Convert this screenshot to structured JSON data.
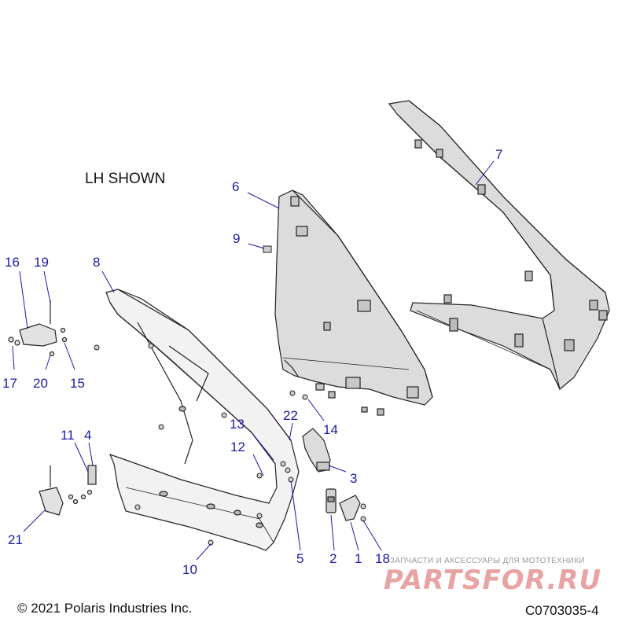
{
  "diagram": {
    "note": "LH SHOWN",
    "copyright": "© 2021 Polaris Industries Inc.",
    "drawing_number": "C0703035-4",
    "callouts": [
      "1",
      "2",
      "3",
      "4",
      "5",
      "6",
      "7",
      "8",
      "9",
      "10",
      "11",
      "12",
      "13",
      "14",
      "15",
      "16",
      "17",
      "18",
      "19",
      "20",
      "21",
      "22"
    ]
  },
  "watermark": {
    "tagline": "ЗАПЧАСТИ И АКСЕССУАРЫ ДЛЯ МОТОТЕХНИКИ",
    "logo_text": "PARTSFOR.RU"
  },
  "colors": {
    "callout": "#1a1aa8",
    "leader": "#1a1aa8",
    "line": "#222222",
    "panel": "#dcdcdc",
    "frame": "#f2f2f2"
  }
}
